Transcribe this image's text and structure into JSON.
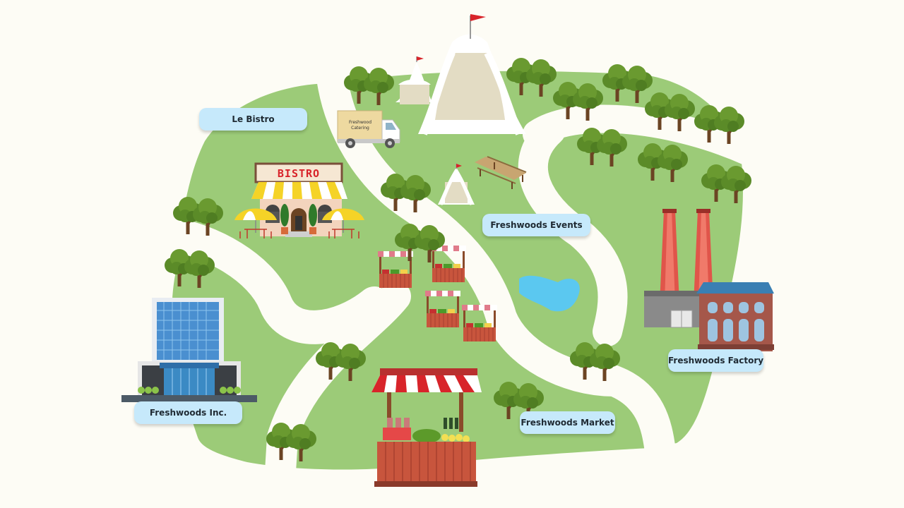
{
  "locations": {
    "bistro": {
      "label": "Le Bistro",
      "sign": "BISTRO"
    },
    "events": {
      "label": "Freshwoods Events"
    },
    "market": {
      "label": "Freshwoods Market"
    },
    "factory": {
      "label": "Freshwoods Factory"
    },
    "inc": {
      "label": "Freshwoods Inc."
    }
  },
  "truck": {
    "line1": "Freshwood",
    "line2": "Catering"
  },
  "colors": {
    "background": "#fdfcf5",
    "grass": "#9ccb78",
    "path": "#fdfcf5",
    "label_bg": "#c6e9fb",
    "tree_foliage": "#5b8b28",
    "pond": "#5bc8f0"
  },
  "icons": [
    "tree-icon",
    "tent-icon",
    "market-stall-icon",
    "factory-icon",
    "office-building-icon",
    "bistro-icon",
    "catering-truck-icon",
    "picnic-table-icon",
    "pond-icon"
  ]
}
